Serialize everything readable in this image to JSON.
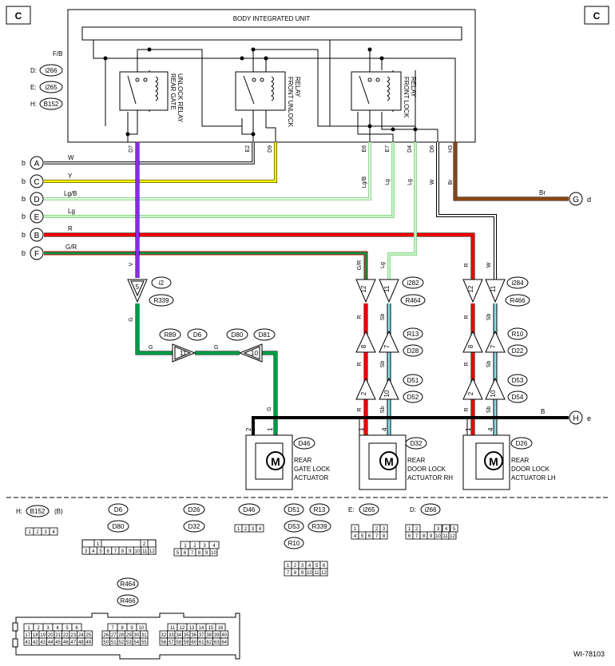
{
  "corner_labels": {
    "left": "C",
    "right": "C"
  },
  "unit": {
    "title": "BODY INTEGRATED UNIT",
    "fb_label": "F/B",
    "connector_tags": [
      {
        "prefix": "D:",
        "code": "i266"
      },
      {
        "prefix": "E:",
        "code": "i265"
      },
      {
        "prefix": "H:",
        "code": "B152"
      }
    ],
    "relays": [
      {
        "line1": "REAR GATE",
        "line2": "UNLOCK RELAY"
      },
      {
        "line1": "FRONT UNLOCK",
        "line2": "RELAY"
      },
      {
        "line1": "FRONT LOCK",
        "line2": "RELAY"
      }
    ],
    "pins": [
      "D7",
      "E2",
      "D9",
      "E6",
      "E7",
      "D4",
      "D6",
      "H3"
    ]
  },
  "harness_connectors": [
    {
      "prefix": "b",
      "letter": "A",
      "wire": "W"
    },
    {
      "prefix": "b",
      "letter": "C",
      "wire": "Y"
    },
    {
      "prefix": "b",
      "letter": "D",
      "wire": "Lg/B"
    },
    {
      "prefix": "b",
      "letter": "E",
      "wire": "Lg"
    },
    {
      "prefix": "b",
      "letter": "B",
      "wire": "R"
    },
    {
      "prefix": "b",
      "letter": "F",
      "wire": "G/R"
    }
  ],
  "right_connectors": {
    "g": {
      "letter": "G",
      "suffix": "d",
      "wire": "Br"
    },
    "h": {
      "letter": "H",
      "suffix": "e",
      "wire": "B"
    }
  },
  "vertical_wire_labels": {
    "lgb": "Lg/B",
    "lg1": "Lg",
    "lg2": "Lg",
    "w": "W",
    "br": "Br",
    "v": "V",
    "g1": "G",
    "g2": "G",
    "g3": "G",
    "g4": "G",
    "gr": "G/R",
    "lg3": "Lg",
    "r1": "R",
    "r2": "R",
    "r3": "R",
    "r4": "R",
    "r5": "R",
    "r6": "R",
    "r7": "R",
    "r8": "R",
    "sb1": "Sb",
    "sb2": "Sb",
    "sb3": "Sb",
    "sb4": "Sb",
    "sb5": "Sb",
    "sb6": "Sb",
    "w2": "W"
  },
  "inline_connectors": {
    "c1": {
      "pin": "5",
      "codes": [
        "i2",
        "R339"
      ]
    },
    "c2": {
      "pin": "11",
      "codes": [
        "R89",
        "D6"
      ]
    },
    "c3": {
      "pin": "10",
      "codes": [
        "D80",
        "D81"
      ]
    },
    "c4": {
      "pins": [
        "12",
        "11"
      ],
      "codes": [
        "i282",
        "R464"
      ]
    },
    "c5": {
      "pins": [
        "8",
        "7"
      ],
      "codes": [
        "R13",
        "D28"
      ]
    },
    "c6": {
      "pins": [
        "2",
        "10"
      ],
      "codes": [
        "D51",
        "D52"
      ]
    },
    "c7": {
      "pins": [
        "12",
        "11"
      ],
      "codes": [
        "i284",
        "R466"
      ]
    },
    "c8": {
      "pins": [
        "8",
        "7"
      ],
      "codes": [
        "R10",
        "D22"
      ]
    },
    "c9": {
      "pins": [
        "2",
        "10"
      ],
      "codes": [
        "D53",
        "D54"
      ]
    }
  },
  "actuators": [
    {
      "code": "D46",
      "line1": "REAR",
      "line2": "GATE LOCK",
      "line3": "ACTUATOR",
      "pins": [
        "2",
        "1"
      ]
    },
    {
      "code": "D32",
      "line1": "REAR",
      "line2": "DOOR LOCK",
      "line3": "ACTUATOR RH",
      "pins": [
        "1",
        "4"
      ]
    },
    {
      "code": "D26",
      "line1": "REAR",
      "line2": "DOOR LOCK",
      "line3": "ACTUATOR LH",
      "pins": [
        "1",
        "4"
      ]
    }
  ],
  "motor_symbol": "M",
  "connector_views": {
    "h": {
      "prefix": "H:",
      "code": "B152",
      "suffix": "(B)",
      "pins": [
        "1",
        "2",
        "3",
        "4"
      ]
    },
    "d6": {
      "codes": [
        "D6",
        "D80"
      ],
      "top": [
        "1",
        "2"
      ],
      "bottom": [
        "3",
        "4",
        "5",
        "6",
        "7",
        "8",
        "9",
        "10",
        "11",
        "12"
      ]
    },
    "d26": {
      "codes": [
        "D26",
        "D32"
      ],
      "top": [
        "1",
        "2",
        "3",
        "4"
      ],
      "bottom": [
        "5",
        "6",
        "7",
        "8",
        "9",
        "10"
      ]
    },
    "d46": {
      "code": "D46",
      "pins": [
        "1",
        "2",
        "3",
        "4"
      ]
    },
    "d51": {
      "codes": [
        "D51",
        "R13",
        "D53",
        "R339",
        "R10"
      ],
      "top": [
        "1",
        "2",
        "3",
        "4",
        "5",
        "6"
      ],
      "bottom": [
        "7",
        "8",
        "9",
        "10",
        "11",
        "12"
      ]
    },
    "e": {
      "prefix": "E:",
      "code": "i265",
      "top": [
        "1",
        "2",
        "3"
      ],
      "bottom": [
        "4",
        "5",
        "6",
        "7",
        "8"
      ]
    },
    "d": {
      "prefix": "D:",
      "code": "i266",
      "top": [
        "1",
        "2",
        "3",
        "4",
        "5"
      ],
      "bottom": [
        "6",
        "7",
        "8",
        "9",
        "10",
        "11",
        "12"
      ]
    },
    "r464": {
      "codes": [
        "R464",
        "R466"
      ],
      "g1_top": [
        "1",
        "2",
        "3",
        "4",
        "5",
        "6"
      ],
      "g1_r2": [
        "17",
        "18",
        "19",
        "20",
        "21",
        "22",
        "23",
        "24",
        "25"
      ],
      "g1_r3": [
        "41",
        "42",
        "43",
        "44",
        "45",
        "46",
        "47",
        "48",
        "49"
      ],
      "g2_top": [
        "7",
        "8",
        "9",
        "10"
      ],
      "g2_r2": [
        "26",
        "27",
        "28",
        "29",
        "30",
        "31"
      ],
      "g2_r3": [
        "50",
        "51",
        "52",
        "53",
        "54",
        "55"
      ],
      "g3_top": [
        "11",
        "12",
        "13",
        "14",
        "15",
        "16"
      ],
      "g3_r2": [
        "32",
        "33",
        "34",
        "35",
        "36",
        "37",
        "38",
        "39",
        "40"
      ],
      "g3_r3": [
        "56",
        "57",
        "58",
        "59",
        "60",
        "61",
        "62",
        "63",
        "64"
      ]
    }
  },
  "figure_id": "WI-78103",
  "wire_colors": {
    "V": "#8a2be2",
    "Y": "#ffff00",
    "LgB": "#b8f5b8",
    "Lg": "#aaf0aa",
    "R": "#ee0000",
    "GR": "#009944",
    "G": "#009944",
    "Br": "#8b4513",
    "B": "#000000",
    "Sb": "#88e0f0",
    "W": "#ffffff"
  }
}
